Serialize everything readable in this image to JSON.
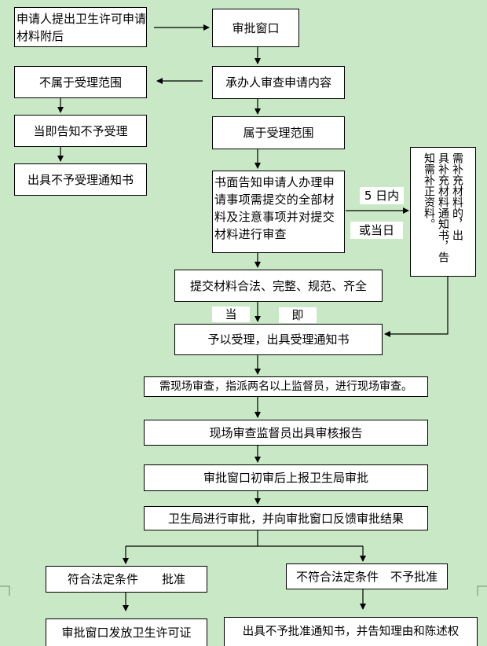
{
  "steps": {
    "applicant": "申请人提出卫生许可申请材料附后",
    "window": "审批窗口",
    "not_in_scope": "不属于受理范围",
    "review": "承办人审查申请内容",
    "notify_reject": "当即告知不予受理",
    "in_scope": "属于受理范围",
    "reject_notice": "出具不予受理通知书",
    "written_notice": "书面告知申请人办理申请事项需提交的全部材料及注意事项并对提交材料进行审查",
    "supplement_col1": "需补充材料的，出",
    "supplement_col2": "具补充材料通知书，告",
    "supplement_col3": "知需补正资料。",
    "materials_ok": "提交材料合法、完整、规范、齐全",
    "accept": "予以受理，出具受理通知书",
    "onsite": "需现场审查，指派两名以上监督员，进行现场审查。",
    "onsite_report": "现场审查监督员出具审核报告",
    "first_review": "审批窗口初审后上报卫生局审批",
    "bureau": "卫生局进行审批，并向审批窗口反馈审批结果",
    "approve": "符合法定条件　　批准",
    "disapprove": "不符合法定条件　不予批准",
    "issue_license": "审批窗口发放卫生许可证",
    "disapprove_notice": "出具不予批准通知书，并告知理由和陈述权"
  },
  "labels": {
    "five_days": "5 日内",
    "or_same_day": "或当日",
    "dang": "当",
    "ji": "即"
  },
  "colors": {
    "background": "#c9e9c6",
    "box": "#ffffff",
    "line": "#000000"
  }
}
